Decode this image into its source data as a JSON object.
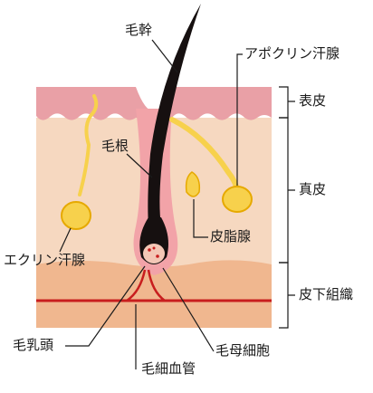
{
  "diagram": {
    "labels": {
      "hair_shaft": "毛幹",
      "apocrine_gland": "アポクリン汗腺",
      "epidermis": "表皮",
      "hair_root": "毛根",
      "dermis": "真皮",
      "sebaceous_gland": "皮脂腺",
      "eccrine_gland": "エクリン汗腺",
      "subcutaneous_tissue": "皮下組織",
      "dermal_papilla": "毛乳頭",
      "capillary": "毛細血管",
      "hair_matrix_cells": "毛母細胞"
    },
    "colors": {
      "epidermis_band": "#e9a0a6",
      "dermis": "#f6d8c0",
      "subcutaneous": "#f0b78f",
      "hair": "#161010",
      "follicle_pink": "#f2a3a8",
      "gland_yellow": "#f7d14c",
      "blood_red": "#c81e1e"
    }
  }
}
